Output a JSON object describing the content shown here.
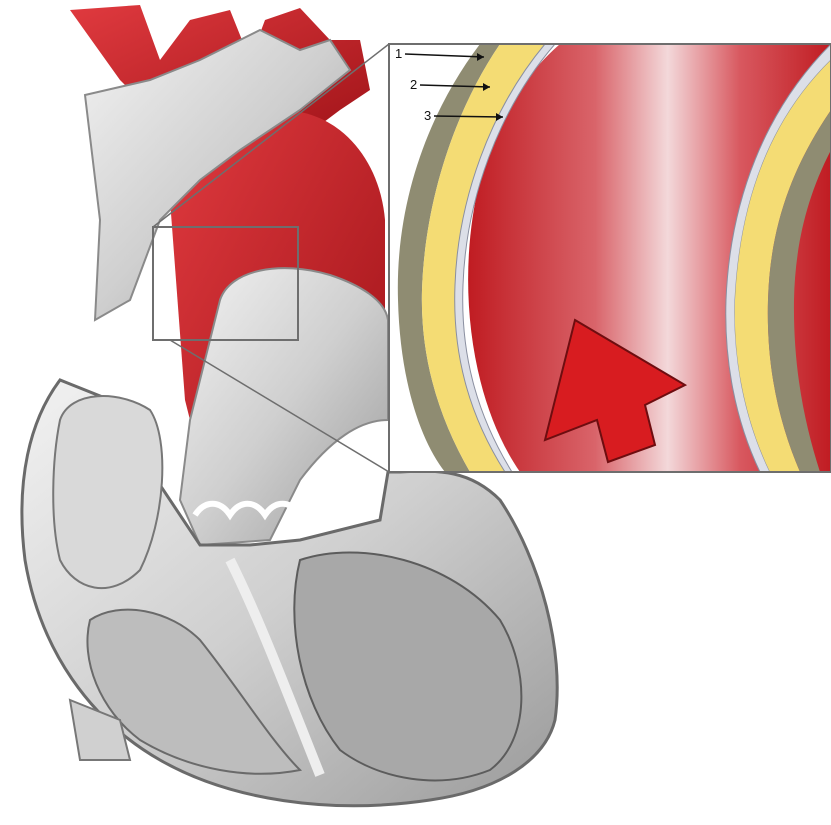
{
  "figure": {
    "callout_labels": [
      {
        "number": "1"
      },
      {
        "number": "2"
      },
      {
        "number": "3"
      }
    ],
    "colors": {
      "blood": "#c81e24",
      "vessel_highlight": "#f3d8da",
      "adventitia": "#8f8c72",
      "media": "#f4dc74",
      "intima": "#dcdfe8",
      "tissue_gray": "#cfcfcf",
      "arrow_red": "#d81c20"
    },
    "icons": {
      "flow_arrow": "arrow-up-right-icon"
    }
  }
}
